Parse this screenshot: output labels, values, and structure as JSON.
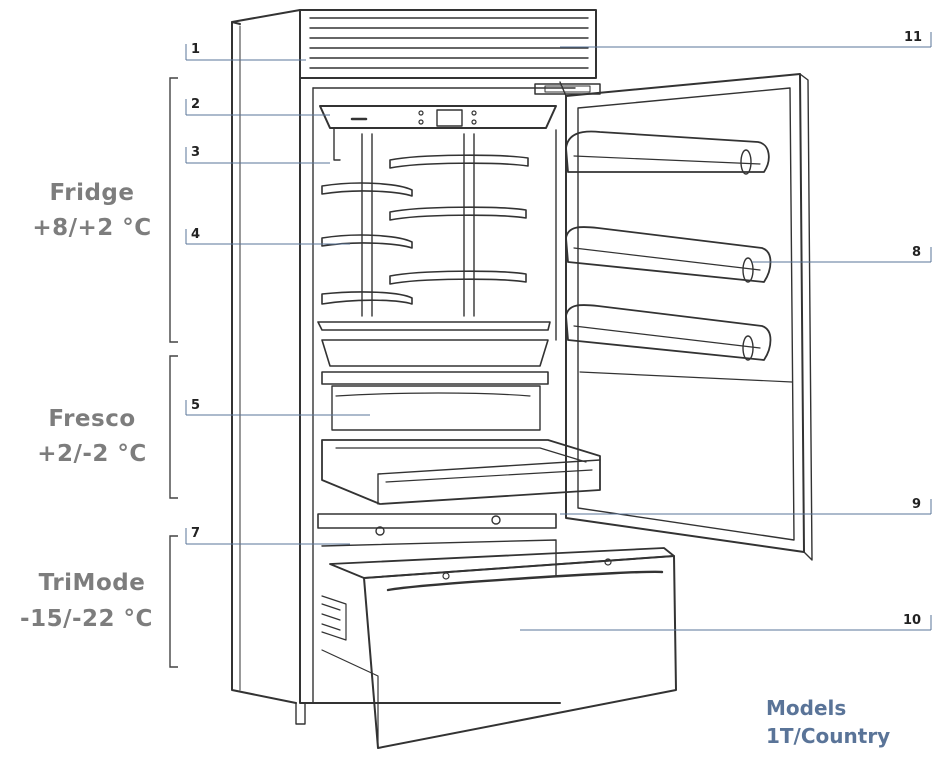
{
  "zones": [
    {
      "name": "Fridge",
      "temp": "+8/+2 °C"
    },
    {
      "name": "Fresco",
      "temp": "+2/-2 °C"
    },
    {
      "name": "TriMode",
      "temp": "-15/-22 °C"
    }
  ],
  "callouts": [
    "1",
    "2",
    "3",
    "4",
    "5",
    "7",
    "8",
    "9",
    "10",
    "11"
  ],
  "models": {
    "line1": "Models",
    "line2": "1T/Country"
  },
  "colors": {
    "zone_text": "#7d7d7d",
    "models_text": "#5a7498",
    "line": "#333333",
    "leader": "#5a7498"
  }
}
